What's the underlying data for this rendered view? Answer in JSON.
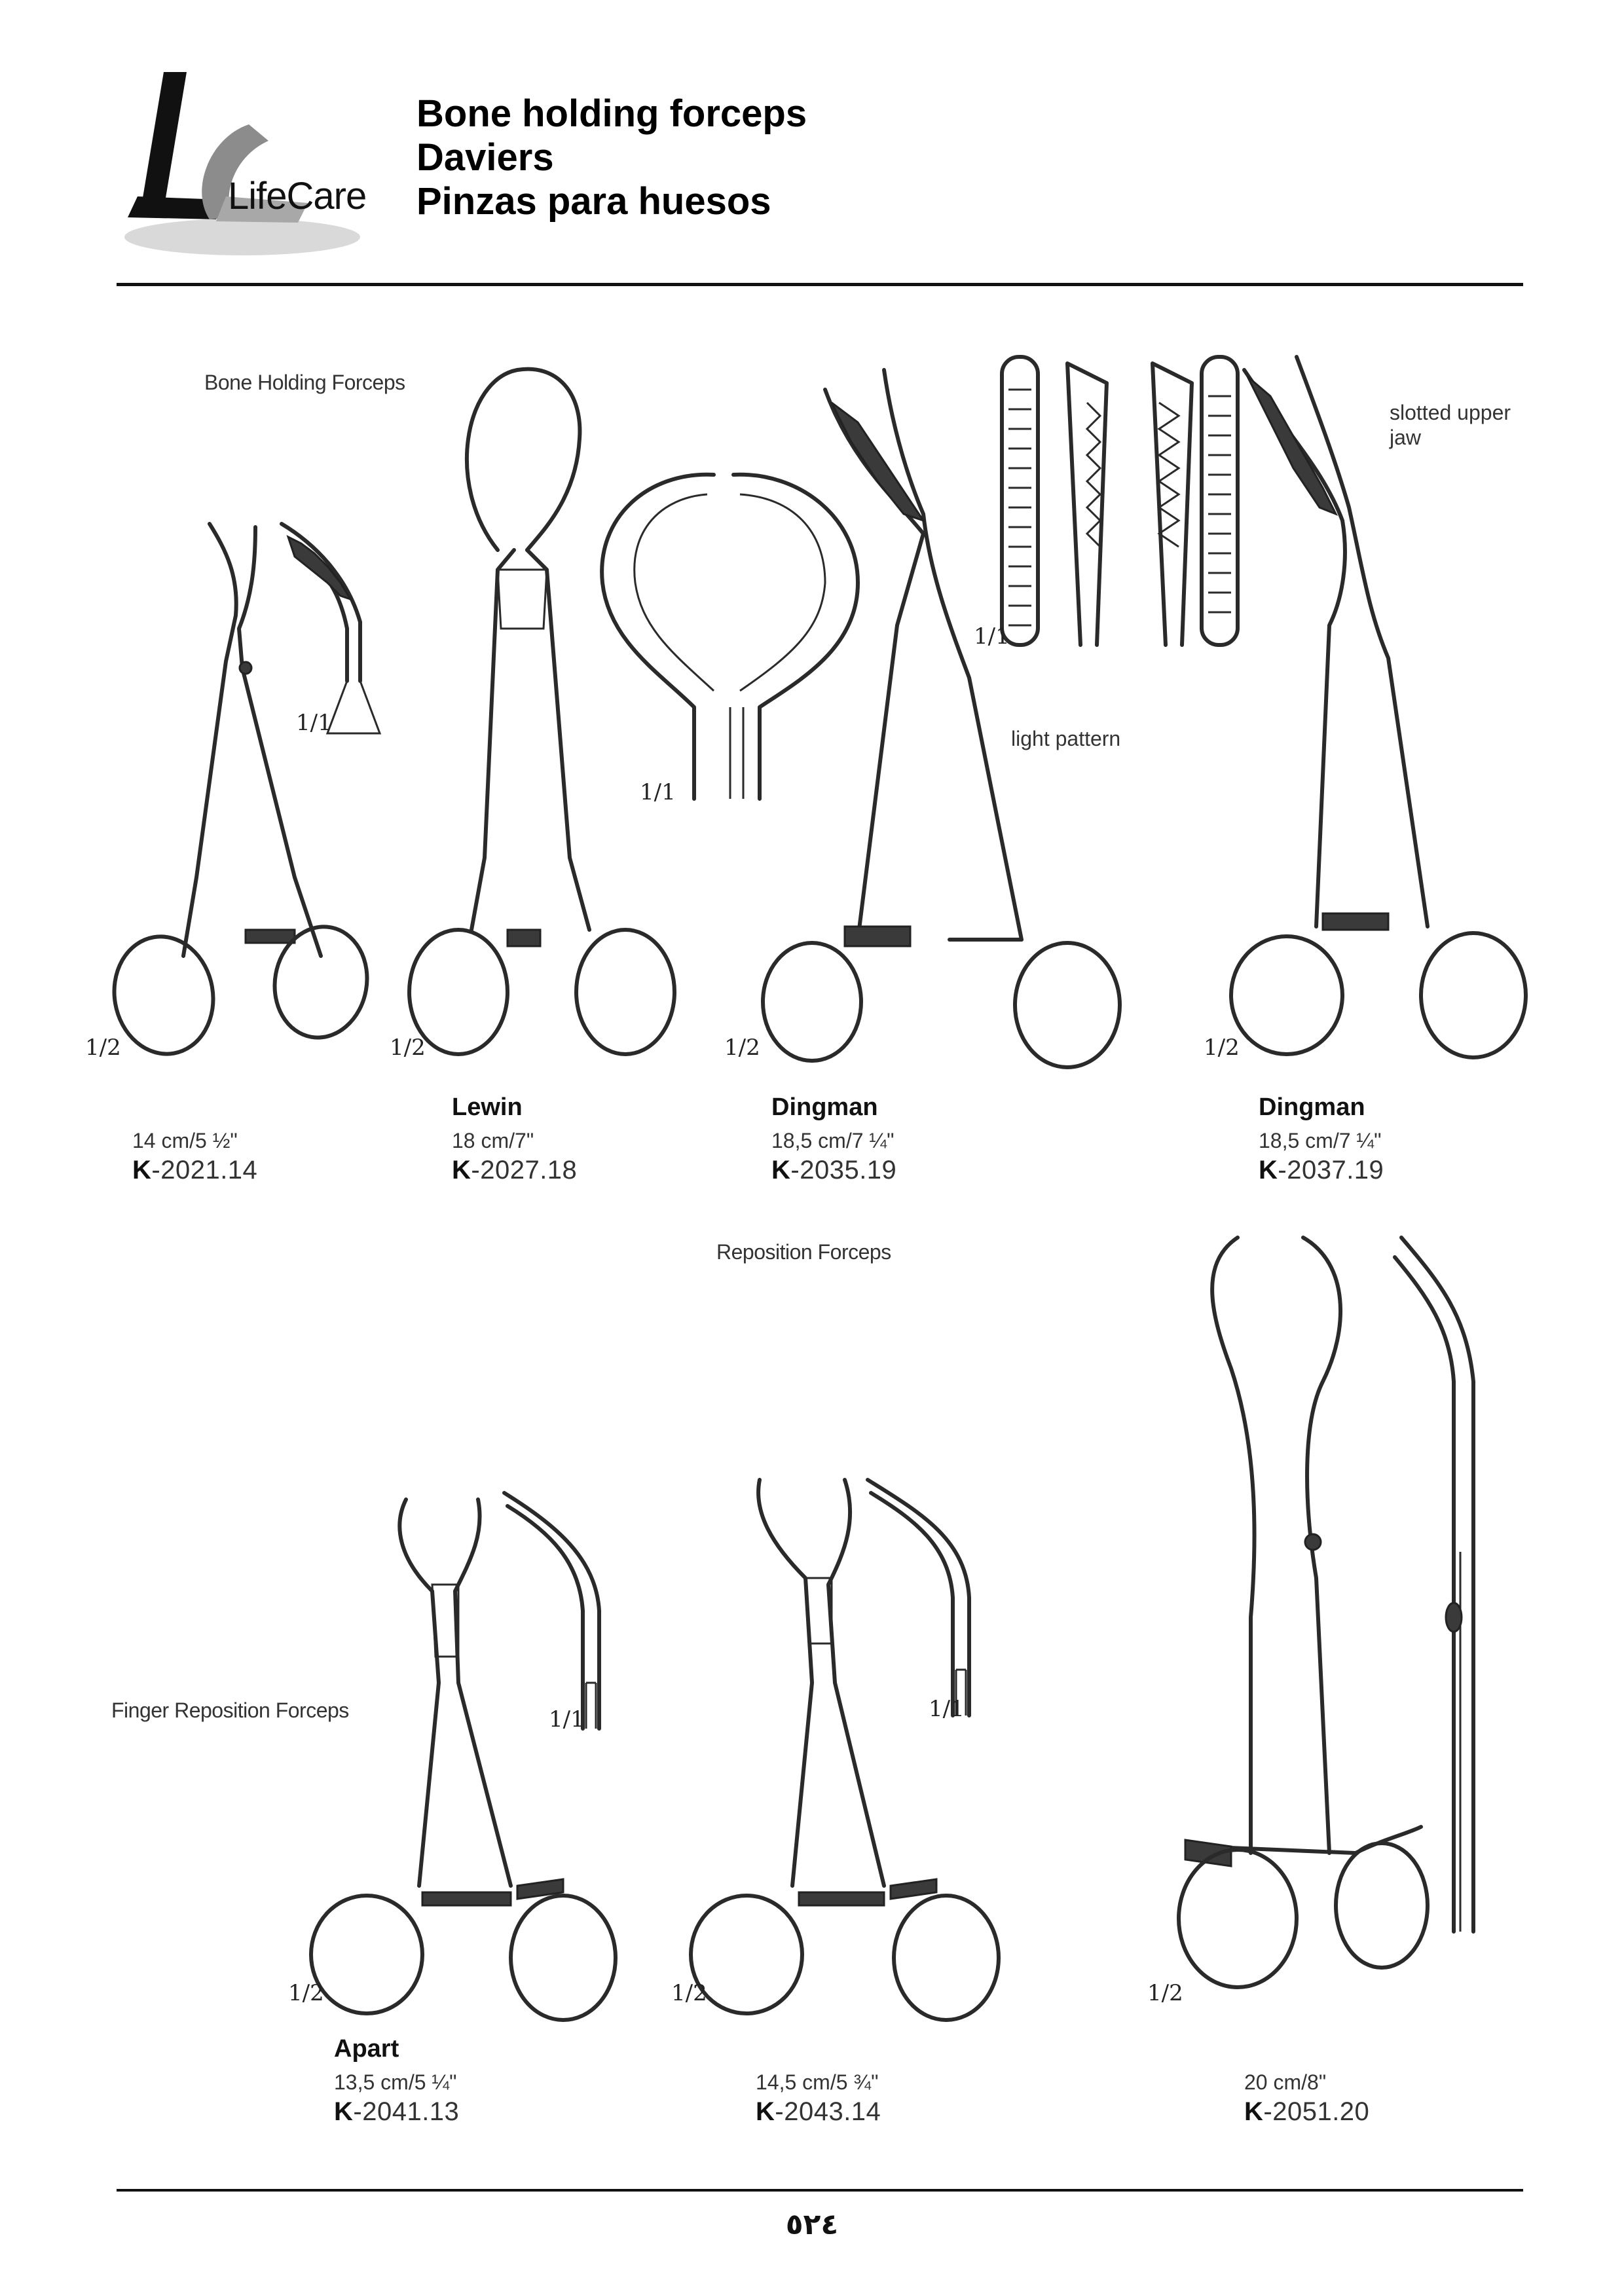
{
  "header": {
    "logo_text": "LifeCare",
    "title_lines": [
      "Bone holding forceps",
      "Daviers",
      "Pinzas para huesos"
    ]
  },
  "sections": {
    "bone_holding": "Bone Holding Forceps",
    "reposition": "Reposition Forceps",
    "finger_reposition": "Finger Reposition Forceps"
  },
  "notes": {
    "light_pattern": "light pattern",
    "slotted_upper_jaw_1": "slotted upper",
    "slotted_upper_jaw_2": "jaw"
  },
  "scales": {
    "full": "1/1",
    "half": "1/2"
  },
  "products": [
    {
      "name": "",
      "size": "14 cm/5 ½\"",
      "code_prefix": "K",
      "code_number": "-2021.14"
    },
    {
      "name": "Lewin",
      "size": "18 cm/7\"",
      "code_prefix": "K",
      "code_number": "-2027.18"
    },
    {
      "name": "Dingman",
      "size": "18,5 cm/7 ¼\"",
      "code_prefix": "K",
      "code_number": "-2035.19"
    },
    {
      "name": "Dingman",
      "size": "18,5 cm/7 ¼\"",
      "code_prefix": "K",
      "code_number": "-2037.19"
    },
    {
      "name": "Apart",
      "size": "13,5 cm/5 ¼\"",
      "code_prefix": "K",
      "code_number": "-2041.13"
    },
    {
      "name": "",
      "size": "14,5 cm/5 ¾\"",
      "code_prefix": "K",
      "code_number": "-2043.14"
    },
    {
      "name": "",
      "size": "20 cm/8\"",
      "code_prefix": "K",
      "code_number": "-2051.20"
    }
  ],
  "footer": {
    "page_number": "٥٢٤"
  },
  "colors": {
    "text": "#1a1a1a",
    "rule": "#111111",
    "logo_gray": "#9a9a9a"
  }
}
